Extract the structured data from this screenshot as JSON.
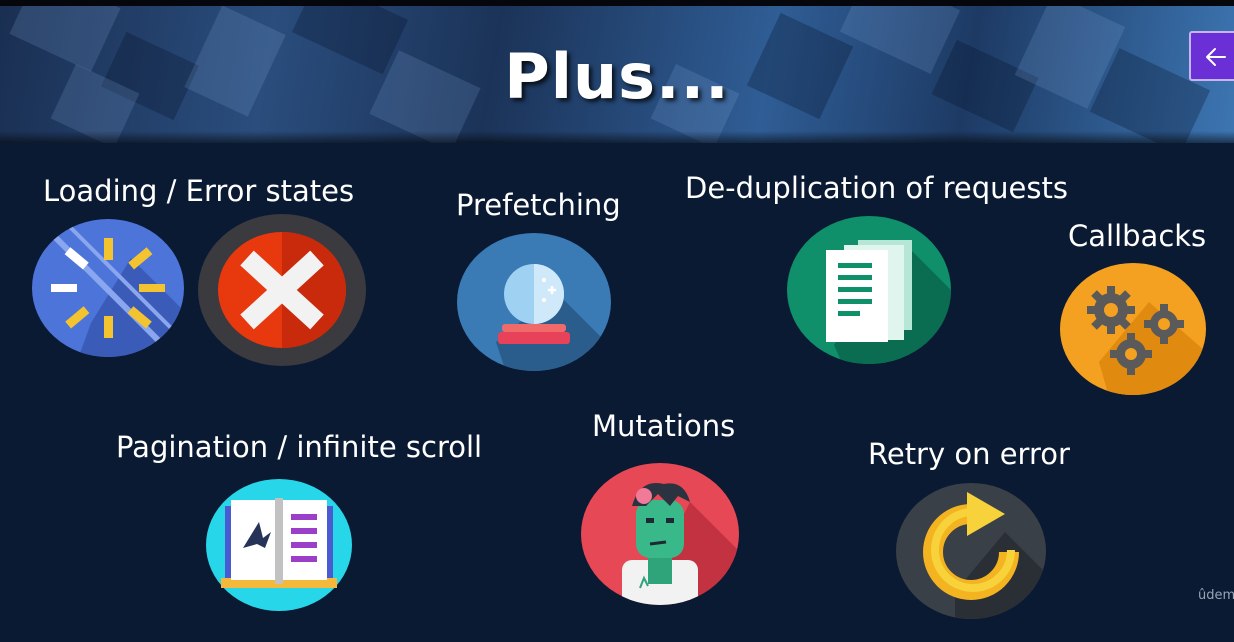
{
  "slide": {
    "title": "Plus..."
  },
  "nav": {
    "back_icon": "arrow-left-icon"
  },
  "features": {
    "loading_error": "Loading / Error states",
    "prefetching": "Prefetching",
    "dedup": "De-duplication of requests",
    "callbacks": "Callbacks",
    "pagination": "Pagination / infinite scroll",
    "mutations": "Mutations",
    "retry": "Retry on error"
  },
  "watermark": "ûdemy",
  "colors": {
    "background": "#0b1a33",
    "back_button": "#6b2fd6"
  }
}
